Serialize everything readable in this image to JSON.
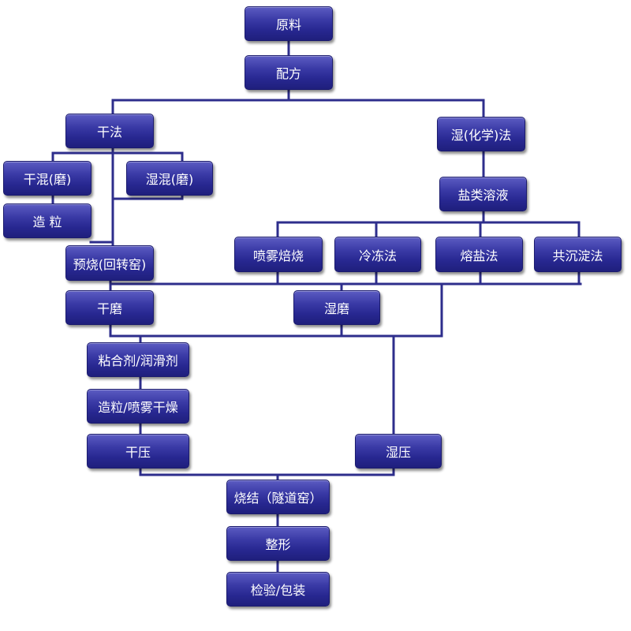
{
  "nodes": {
    "raw_material": "原料",
    "formula": "配方",
    "dry_method": "干法",
    "wet_chemical_method": "湿(化学)法",
    "dry_mix": "干混(磨)",
    "wet_mix": "湿混(磨)",
    "granulation": "造 粒",
    "salt_solution": "盐类溶液",
    "spray_roasting": "喷雾焙烧",
    "freeze_method": "冷冻法",
    "molten_salt_method": "熔盐法",
    "coprecipitation_method": "共沉淀法",
    "prefiring": "预烧(回转窑)",
    "dry_grinding": "干磨",
    "wet_grinding": "湿磨",
    "binder_lubricant": "粘合剂/润滑剂",
    "granulation_spray_drying": "造粒/喷雾干燥",
    "dry_pressing": "干压",
    "wet_pressing": "湿压",
    "sintering": "烧结（隧道窑）",
    "shaping": "整形",
    "inspection_packaging": "检验/包装"
  }
}
